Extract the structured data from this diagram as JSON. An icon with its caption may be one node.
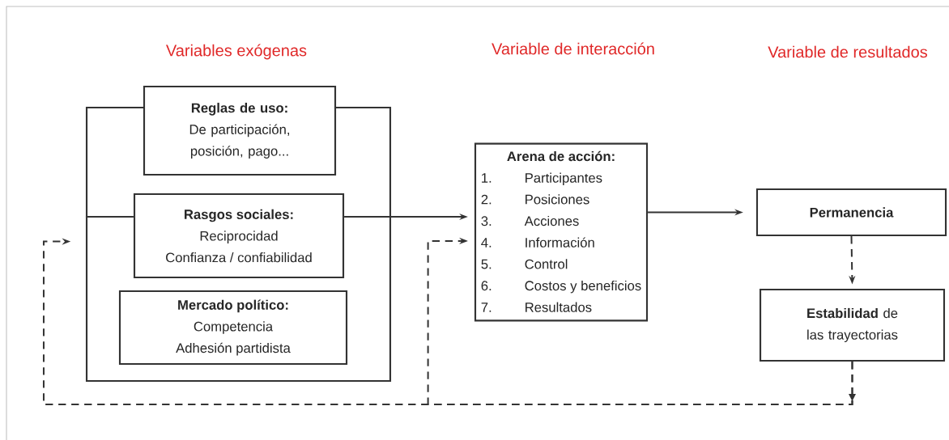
{
  "diagram": {
    "nodes": [
      {
        "text": [],
        "shape": "box"
      },
      {
        "text": [
          "Reglas de uso:",
          "De participación, posición, pago..."
        ]
      },
      {
        "text": [
          "Rasgos sociales:",
          "Reciprocidad",
          "Confianza / confiabilidad"
        ],
        "in": 0
      },
      {
        "text": [
          "Mercado político:",
          "Competencia",
          "Adhesión partidista"
        ],
        "in": 0
      },
      {
        "text": [
          "Arena de acción:",
          "1.",
          "Participantes",
          "2.",
          "Posiciones",
          "3.",
          "Acciones",
          "4.",
          "Información",
          "5.",
          "Control",
          "6.",
          "Costos y beneficios",
          "7.",
          "Resultados"
        ]
      },
      {
        "text": [
          "Permanencia"
        ]
      },
      {
        "text": [
          "**Estabilidad** de las trayectorias"
        ]
      }
    ],
    "edges": [
      {
        "from": 0,
        "to": 2,
        "arrow": "none"
      },
      {
        "from": 2,
        "to": 4,
        "arrow": "to"
      },
      {
        "from": 4,
        "to": 5,
        "arrow": "to"
      },
      {
        "from": 5,
        "to": 6,
        "arrow": "to",
        "style": "dashed"
      },
      {
        "from": 6,
        "to": 0,
        "arrow": "to",
        "style": "dashed"
      },
      {
        "from": 6,
        "to": 4,
        "arrow": "to",
        "style": "dashed"
      }
    ],
    "labels": [
      "Variables exógenas",
      "Variable de interacción",
      "Variable de resultados"
    ]
  }
}
